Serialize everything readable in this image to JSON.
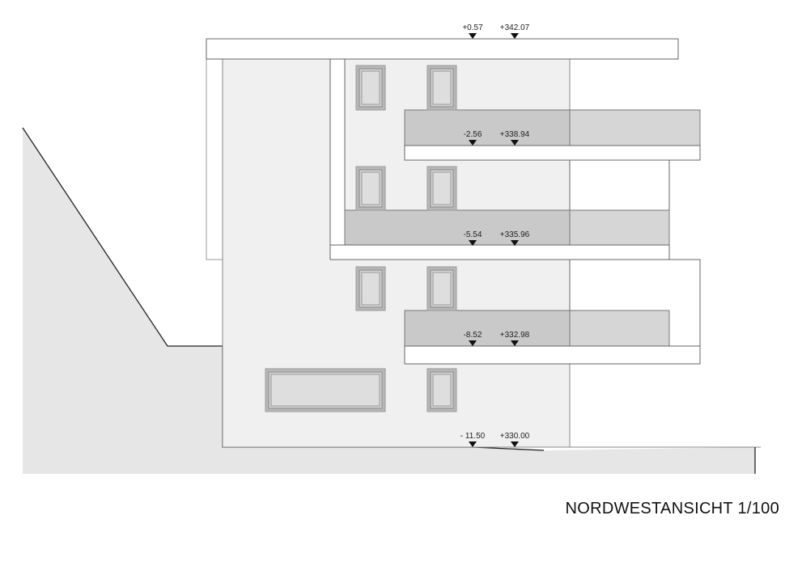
{
  "title": "NORDWESTANSICHT 1/100",
  "levels": [
    {
      "relative": "+0.57",
      "absolute": "+342.07"
    },
    {
      "relative": "-2.56",
      "absolute": "+338.94"
    },
    {
      "relative": "-5.54",
      "absolute": "+335.96"
    },
    {
      "relative": "-8.52",
      "absolute": "+332.98"
    },
    {
      "relative": "- 11.50",
      "absolute": "+330.00"
    }
  ],
  "colors": {
    "line": "#555555",
    "wall": "#f0f0f0",
    "terrain": "#e6e6e6",
    "balcony": "#c9c9c9",
    "balcony_light": "#d6d6d6",
    "window_frame": "#b8b8b8",
    "window_pane": "#dedede"
  }
}
